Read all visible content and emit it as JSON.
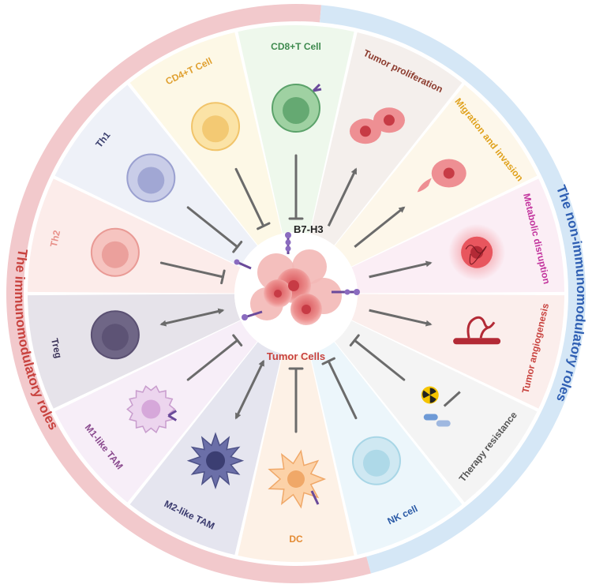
{
  "center": {
    "label": "Tumor Cells",
    "marker": "B7-H3"
  },
  "ring_titles": {
    "immunomodulatory": "The immunomodulatory roles",
    "non_immunomodulatory": "The non-immunomodulatory roles"
  },
  "segments": [
    {
      "key": "cd8",
      "label": "CD8+T Cell",
      "color": "#3e8a4e",
      "fill": "#eef8ec",
      "relation": "inhibit",
      "icon": "t-cell-icon"
    },
    {
      "key": "proliferation",
      "label": "Tumor proliferation",
      "color": "#8c3b2e",
      "fill": "#f4efec",
      "relation": "promote",
      "icon": "dividing-tumor-cell-icon"
    },
    {
      "key": "migration",
      "label": "Migration and invasion",
      "color": "#e0a21e",
      "fill": "#fdf7ea",
      "relation": "promote",
      "icon": "migrating-tumor-cell-icon"
    },
    {
      "key": "metabolic",
      "label": "Metabolic disruption",
      "color": "#c2339d",
      "fill": "#fbeef5",
      "relation": "promote",
      "icon": "metabolic-cell-icon"
    },
    {
      "key": "angiogenesis",
      "label": "Tumor angiogenesis",
      "color": "#c8423e",
      "fill": "#fbeeec",
      "relation": "promote",
      "icon": "blood-vessel-icon"
    },
    {
      "key": "therapy",
      "label": "Therapy resistance",
      "color": "#555555",
      "fill": "#f4f4f4",
      "relation": "inhibit",
      "icon": "drug-resistance-icon"
    },
    {
      "key": "nk",
      "label": "NK cell",
      "color": "#2a5aa6",
      "fill": "#ecf6fb",
      "relation": "inhibit",
      "icon": "nk-cell-icon"
    },
    {
      "key": "dc",
      "label": "DC",
      "color": "#e38a32",
      "fill": "#fdf1e6",
      "relation": "inhibit",
      "icon": "dendritic-cell-icon"
    },
    {
      "key": "m2",
      "label": "M2-like TAM",
      "color": "#3a3a6e",
      "fill": "#e5e5ef",
      "relation": "bidirectional",
      "icon": "m2-macrophage-icon"
    },
    {
      "key": "m1",
      "label": "M1-like TAM",
      "color": "#8a4a8e",
      "fill": "#f7eef8",
      "relation": "inhibit",
      "icon": "m1-macrophage-icon"
    },
    {
      "key": "treg",
      "label": "Treg",
      "color": "#3b3358",
      "fill": "#e6e3ea",
      "relation": "bidirectional",
      "icon": "treg-cell-icon"
    },
    {
      "key": "th2",
      "label": "Th2",
      "color": "#e8918a",
      "fill": "#fcecea",
      "relation": "inhibit",
      "icon": "th2-cell-icon"
    },
    {
      "key": "th1",
      "label": "Th1",
      "color": "#3a3f6e",
      "fill": "#eef1f8",
      "relation": "inhibit",
      "icon": "th1-cell-icon"
    },
    {
      "key": "cd4",
      "label": "CD4+T Cell",
      "color": "#e0a030",
      "fill": "#fdf8e6",
      "relation": "inhibit",
      "icon": "cd4-t-cell-icon"
    }
  ]
}
